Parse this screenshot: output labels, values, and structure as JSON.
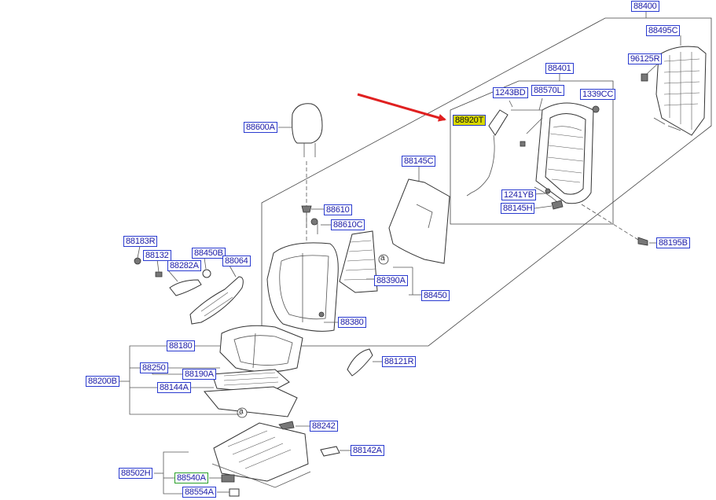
{
  "diagram": {
    "accent_arrow_color": "#e02020",
    "label_border_color": "#2a3bd0",
    "highlight_color": "#d8d800",
    "circle_ref_marker": "a",
    "labels": {
      "p88400": "88400",
      "p88495C": "88495C",
      "p96125R": "96125R",
      "p88401": "88401",
      "p1243BD": "1243BD",
      "p88570L": "88570L",
      "p1339CC": "1339CC",
      "p88920T": "88920T",
      "p1241YB": "1241YB",
      "p88145H": "88145H",
      "p88195B": "88195B",
      "p88600A": "88600A",
      "p88145C": "88145C",
      "p88610": "88610",
      "p88610C": "88610C",
      "p88183R": "88183R",
      "p88132": "88132",
      "p88450B": "88450B",
      "p88282A": "88282A",
      "p88064": "88064",
      "p88390A": "88390A",
      "p88450": "88450",
      "p88380": "88380",
      "p88180": "88180",
      "p88250": "88250",
      "p88190A": "88190A",
      "p88200B": "88200B",
      "p88144A": "88144A",
      "p88121R": "88121R",
      "p88242": "88242",
      "p88142A": "88142A",
      "p88502H": "88502H",
      "p88540A": "88540A",
      "p88554A": "88554A"
    }
  }
}
